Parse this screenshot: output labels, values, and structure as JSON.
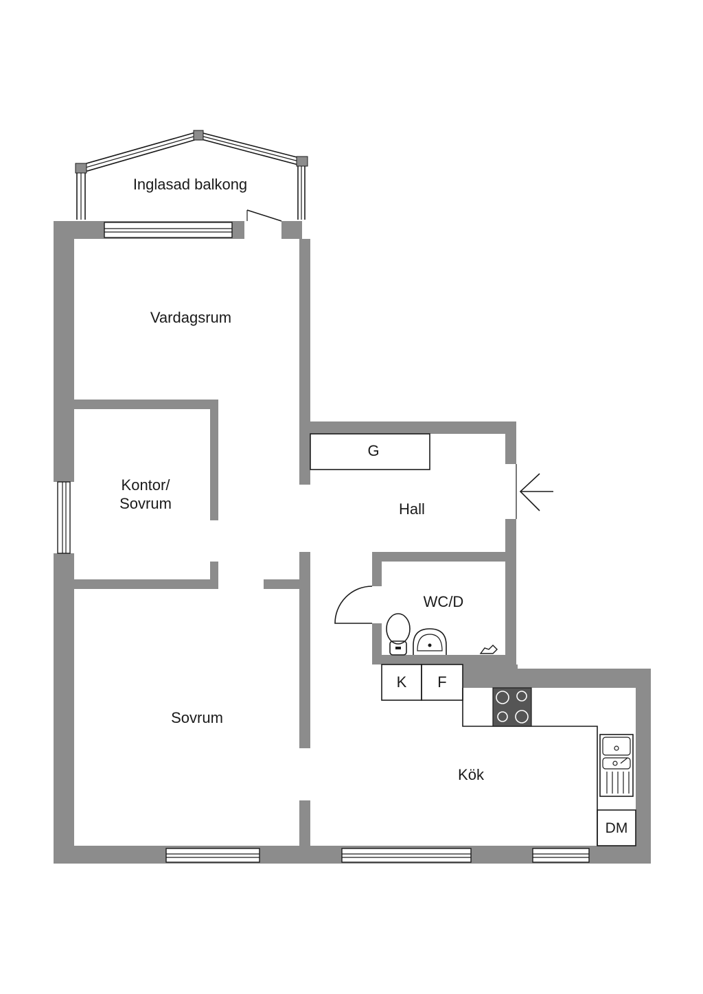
{
  "plan": {
    "rooms": {
      "balcony": "Inglasad balkong",
      "living": "Vardagsrum",
      "office_line1": "Kontor/",
      "office_line2": "Sovrum",
      "hall": "Hall",
      "wardrobe": "G",
      "wc": "WC/D",
      "bedroom": "Sovrum",
      "kitchen": "Kök",
      "fridge": "K",
      "freezer": "F",
      "dishwasher": "DM"
    },
    "colors": {
      "wall": "#8c8c8c",
      "line": "#1a1a1a",
      "stove": "#555555",
      "background": "#ffffff"
    },
    "icons": {
      "entrance": "entrance-arrow-icon",
      "toilet": "toilet-icon",
      "sink": "washbasin-icon",
      "stove": "stove-icon",
      "kitchen_sink": "kitchen-sink-icon"
    }
  }
}
